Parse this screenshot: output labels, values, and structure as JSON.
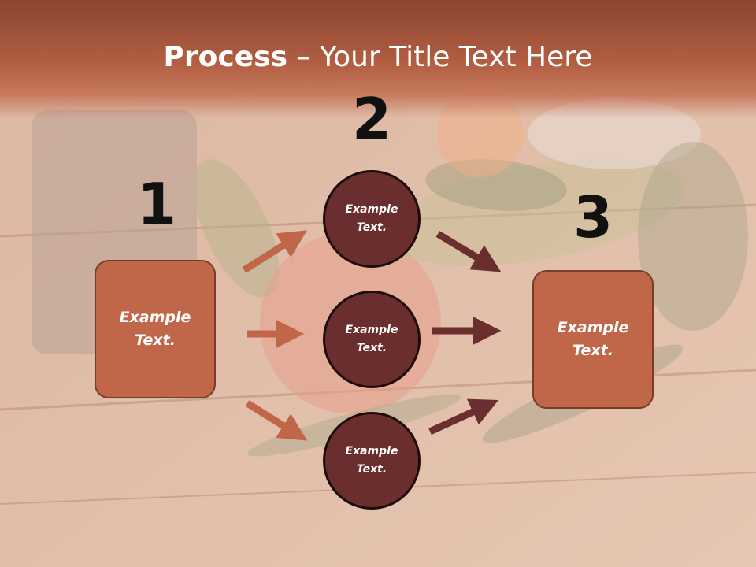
{
  "slide": {
    "title_bold": "Process",
    "title_rest": " – Your Title Text Here"
  },
  "steps": {
    "step1_number": "1",
    "step2_number": "2",
    "step3_number": "3"
  },
  "boxes": {
    "left_text": "Example\nText.",
    "right_text": "Example\nText."
  },
  "circles": {
    "top_text": "Example\nText.",
    "middle_text": "Example\nText.",
    "bottom_text": "Example\nText."
  },
  "colors": {
    "title_band": "#b35f43",
    "box_fill": "#c0674a",
    "circle_fill": "#6b2e2e",
    "arrow_light": "#c0674a",
    "arrow_dark": "#6b2e2e"
  }
}
